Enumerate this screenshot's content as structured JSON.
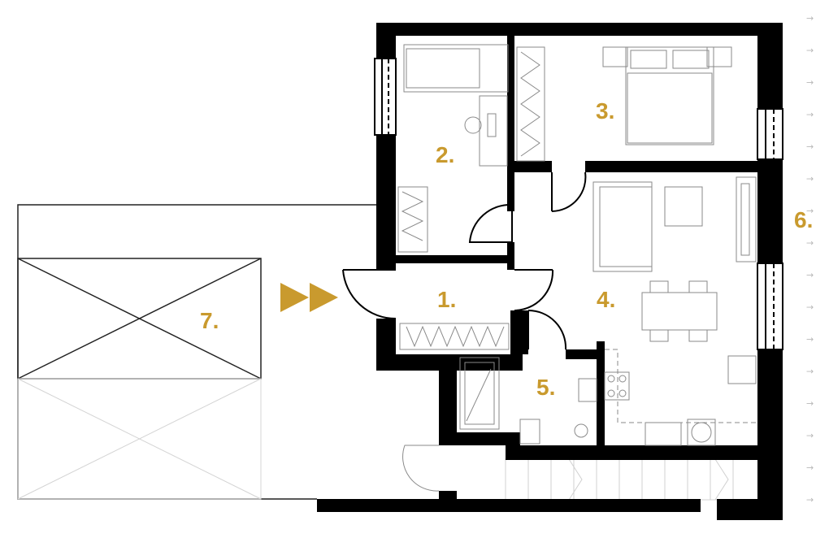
{
  "colors": {
    "wall": "#000000",
    "label": "#c99a2e",
    "line": "#222222",
    "furniture": "#8a8a8a",
    "faint": "#cfcfcf",
    "arrow_column": "#b9b9b9"
  },
  "rooms": [
    {
      "id": "1",
      "label": "1."
    },
    {
      "id": "2",
      "label": "2."
    },
    {
      "id": "3",
      "label": "3."
    },
    {
      "id": "4",
      "label": "4."
    },
    {
      "id": "5",
      "label": "5."
    },
    {
      "id": "6",
      "label": "6."
    },
    {
      "id": "7",
      "label": "7."
    }
  ],
  "entrance_marker": {
    "icon": "double-play-arrow-icon"
  },
  "side_arrows": {
    "glyph": "→",
    "count": 16
  }
}
